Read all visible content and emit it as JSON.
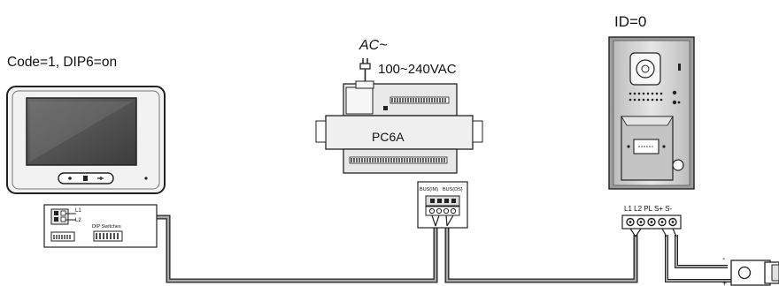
{
  "monitor": {
    "caption": "Code=1,  DIP6=on",
    "terminal_l1": "L1",
    "terminal_l2": "L2",
    "dip_label": "DIP Switches"
  },
  "power_supply": {
    "ac_label": "AC~",
    "voltage_label": "100~240VAC",
    "model": "PC6A",
    "bus_im_label": "BUS(IM)",
    "bus_ds_label": "BUS(DS)"
  },
  "door_station": {
    "caption": "ID=0",
    "terminal_labels": "L1 L2 PL S+ S-"
  },
  "lock": {
    "minus_label": "-",
    "plus_label": "+"
  },
  "colors": {
    "line": "#222222",
    "cable_fill": "#9a9a9a",
    "panel": "#d9d9d9",
    "screen": "#555555"
  }
}
